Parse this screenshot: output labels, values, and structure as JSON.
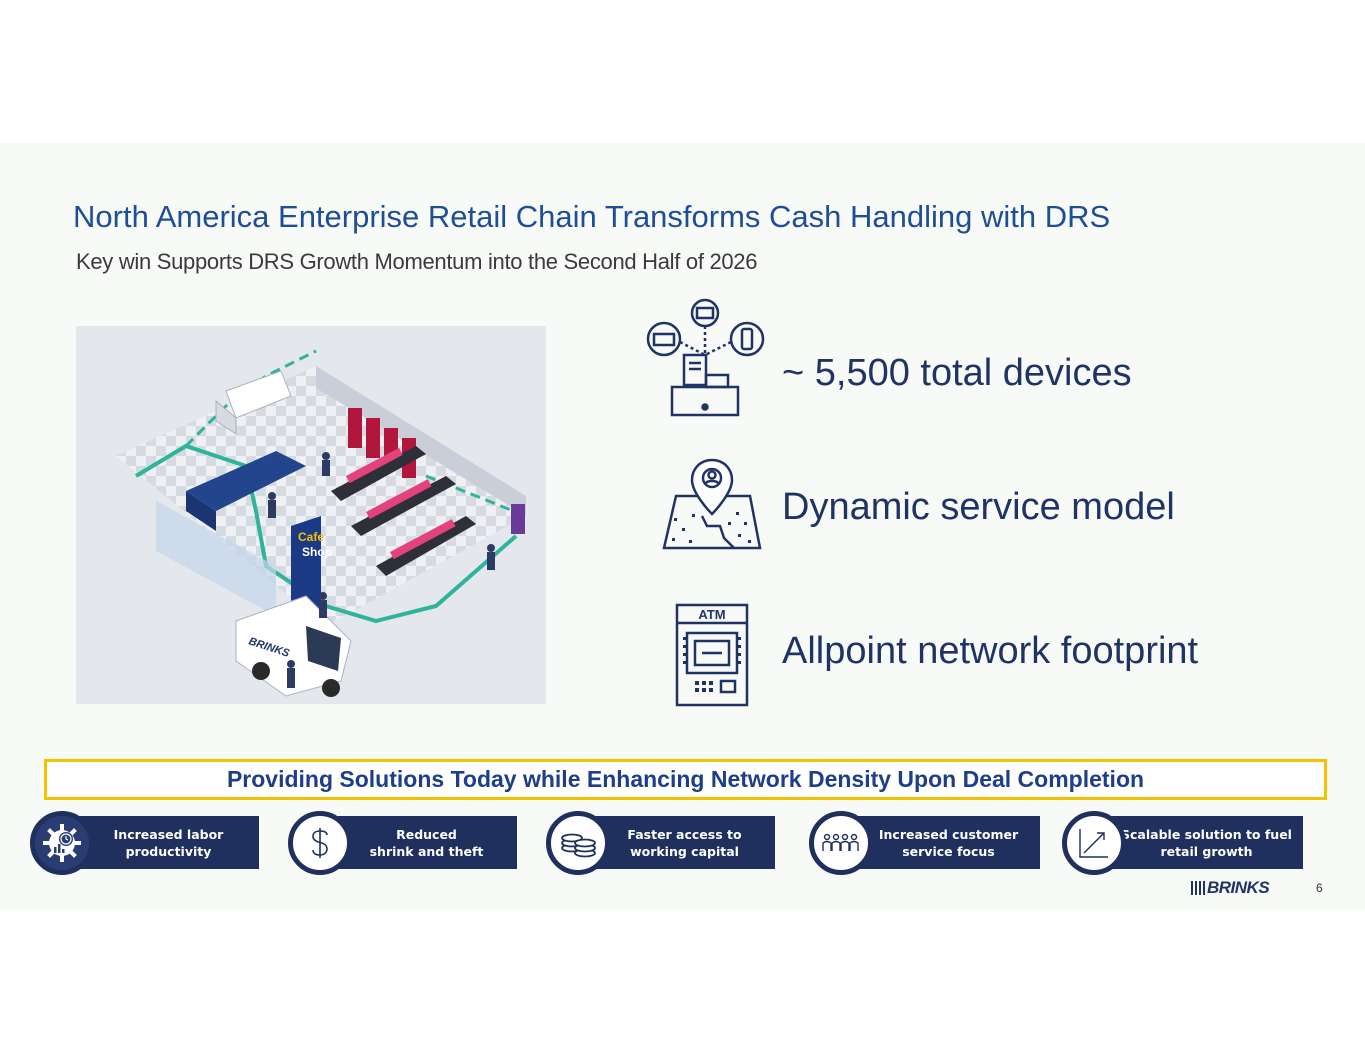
{
  "title": "North America Enterprise Retail Chain Transforms Cash Handling with DRS",
  "subtitle": "Key win Supports DRS Growth Momentum into the Second Half of 2026",
  "features": [
    {
      "icon": "pos-register-icon",
      "text": "~ 5,500 total devices"
    },
    {
      "icon": "map-pin-icon",
      "text": "Dynamic service model"
    },
    {
      "icon": "atm-icon",
      "text": "Allpoint network footprint"
    }
  ],
  "atm_label": "ATM",
  "illustration": {
    "van_label": "BRINKS",
    "store_sign_line1": "Cafe",
    "store_sign_line2": "Shop"
  },
  "banner": "Providing Solutions Today while Enhancing Network Density Upon Deal Completion",
  "benefits": [
    {
      "icon": "gear-clock-icon",
      "label": "Increased labor\nproductivity"
    },
    {
      "icon": "dollar-icon",
      "label": "Reduced\nshrink and theft"
    },
    {
      "icon": "coins-icon",
      "label": "Faster access to\nworking capital"
    },
    {
      "icon": "people-icon",
      "label": "Increased customer\nservice focus"
    },
    {
      "icon": "growth-chart-icon",
      "label": "Scalable solution to fuel\nretail growth"
    }
  ],
  "logo": "BRINKS",
  "page_number": "6",
  "colors": {
    "title": "#1e4e96",
    "navy": "#1f2f5e",
    "banner_border": "#f6c200",
    "banner_text": "#1f3e8a"
  }
}
